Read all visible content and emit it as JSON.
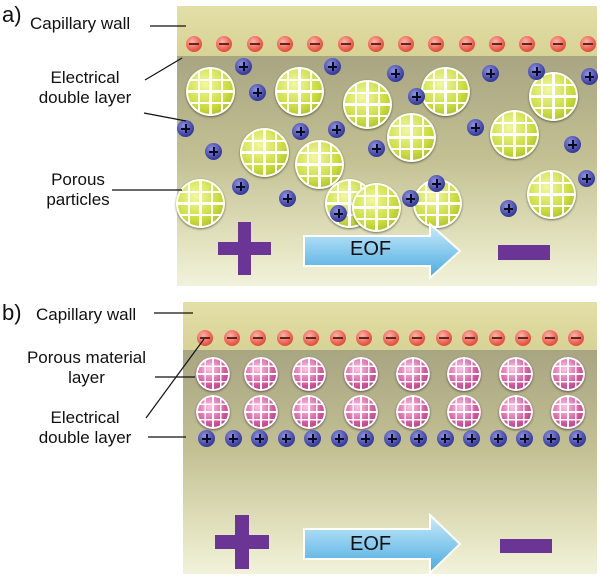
{
  "panel_a": {
    "tag": "a)",
    "labels": {
      "capillary_wall": "Capillary wall",
      "electrical_double_layer_1": "Electrical",
      "electrical_double_layer_2": "double layer",
      "porous_particles_1": "Porous",
      "porous_particles_2": "particles"
    },
    "flow_label": "EOF",
    "anode_symbol": "plus",
    "cathode_symbol": "minus",
    "particle_color": "#c9dc3a",
    "wall_negative_charge_count": 14
  },
  "panel_b": {
    "tag": "b)",
    "labels": {
      "capillary_wall": "Capillary wall",
      "porous_material_layer_1": "Porous material",
      "porous_material_layer_2": "layer",
      "electrical_double_layer_1": "Electrical",
      "electrical_double_layer_2": "double layer"
    },
    "flow_label": "EOF",
    "anode_symbol": "plus",
    "cathode_symbol": "minus",
    "particle_color": "#d2549c",
    "wall_negative_charge_count": 15,
    "particle_rows": 2,
    "particles_per_row": 8,
    "positive_ion_count": 15
  },
  "colors": {
    "negative_charge": "#ea5a4a",
    "positive_charge": "#3b3fa0",
    "electrode_symbol": "#6b3596",
    "eof_arrow": "#5bb8e8"
  }
}
